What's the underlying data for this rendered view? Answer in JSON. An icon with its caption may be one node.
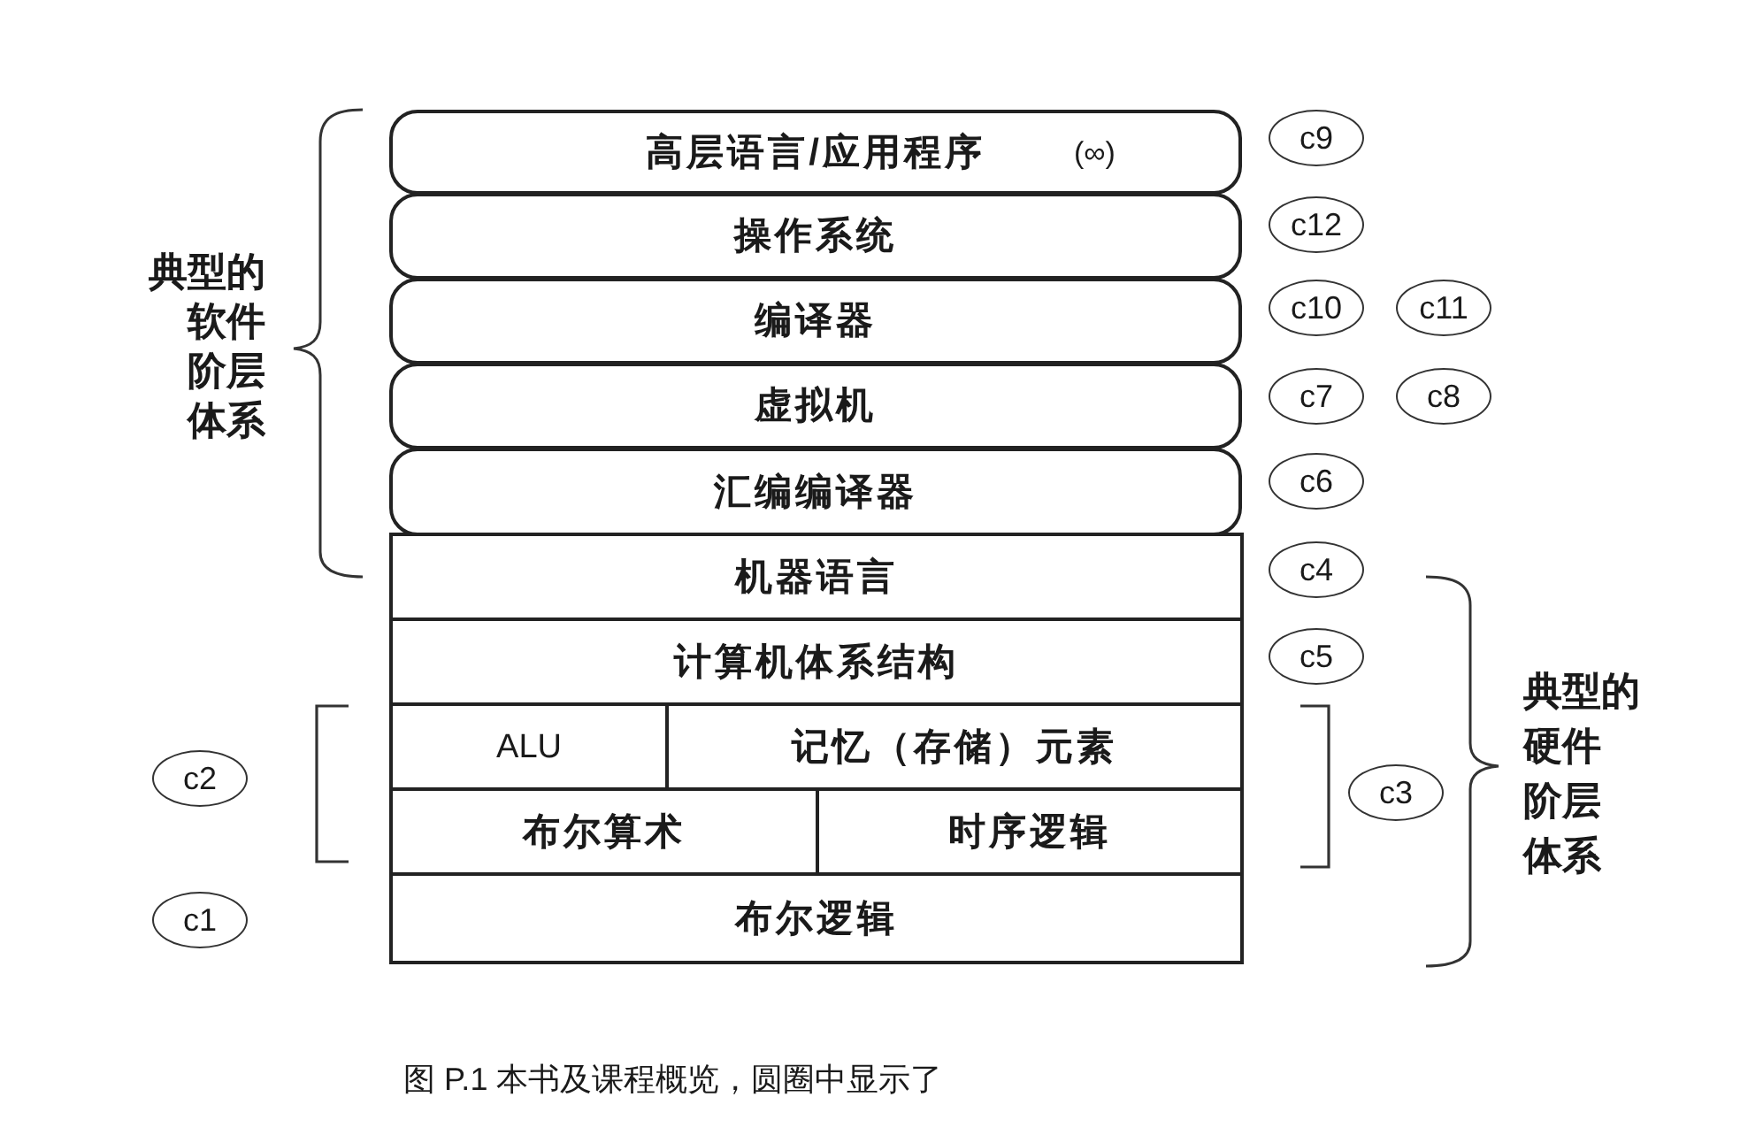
{
  "diagram": {
    "caption": "图 P.1 本书及课程概览，圆圈中显示了",
    "nodes": [
      {
        "text": [
          "高层语言/应用程序",
          "(∞)"
        ]
      },
      {
        "text": [
          "c9"
        ]
      },
      {
        "text": [
          "操作系统"
        ]
      },
      {
        "text": [
          "c12"
        ]
      },
      {
        "text": [
          "编译器"
        ]
      },
      {
        "text": [
          "c10"
        ]
      },
      {
        "text": [
          "c11"
        ]
      },
      {
        "text": [
          "虚拟机"
        ]
      },
      {
        "text": [
          "c7"
        ]
      },
      {
        "text": [
          "c8"
        ]
      },
      {
        "text": [
          "汇编编译器"
        ]
      },
      {
        "text": [
          "c6"
        ]
      },
      {
        "text": [
          "机器语言"
        ]
      },
      {
        "text": [
          "c4"
        ]
      },
      {
        "text": [
          "计算机体系结构"
        ]
      },
      {
        "text": [
          "c5"
        ]
      },
      {
        "text": [
          "c2"
        ]
      },
      {
        "text": [
          "ALU"
        ]
      },
      {
        "text": [
          "记忆（存储）元素"
        ]
      },
      {
        "text": [
          "c3"
        ]
      },
      {
        "text": [
          "布尔算术"
        ]
      },
      {
        "text": [
          "时序逻辑"
        ]
      },
      {
        "text": [
          "c1"
        ]
      },
      {
        "text": [
          "布尔逻辑"
        ]
      }
    ],
    "labels": [
      "典型的软件阶层体系",
      "典型的硬件阶层体系"
    ]
  }
}
